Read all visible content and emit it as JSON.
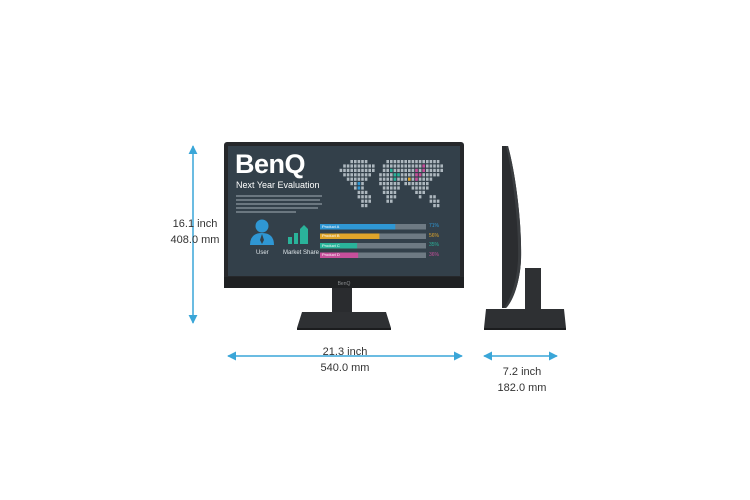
{
  "colors": {
    "arrow": "#3aa6d8",
    "bezel": "#26282b",
    "screen": "#33404a",
    "accent_blue": "#2f97d4",
    "accent_teal": "#2ab39a"
  },
  "dimensions": {
    "height": {
      "inch": "16.1 inch",
      "mm": "408.0 mm"
    },
    "width": {
      "inch": "21.3 inch",
      "mm": "540.0 mm"
    },
    "depth": {
      "inch": "7.2 inch",
      "mm": "182.0 mm"
    }
  },
  "screen": {
    "brand": "BenQ",
    "headline": "Next Year Evaluation",
    "user_label": "User",
    "market_label": "Market Share",
    "products": [
      {
        "name": "Product A",
        "pct": "71%",
        "value": 71,
        "color": "#2f97d4"
      },
      {
        "name": "Product B",
        "pct": "56%",
        "value": 56,
        "color": "#e0a52a"
      },
      {
        "name": "Product C",
        "pct": "35%",
        "value": 35,
        "color": "#2ab39a"
      },
      {
        "name": "Product D",
        "pct": "36%",
        "value": 36,
        "color": "#c74f9b"
      }
    ]
  },
  "bezel_logo": "BenQ"
}
